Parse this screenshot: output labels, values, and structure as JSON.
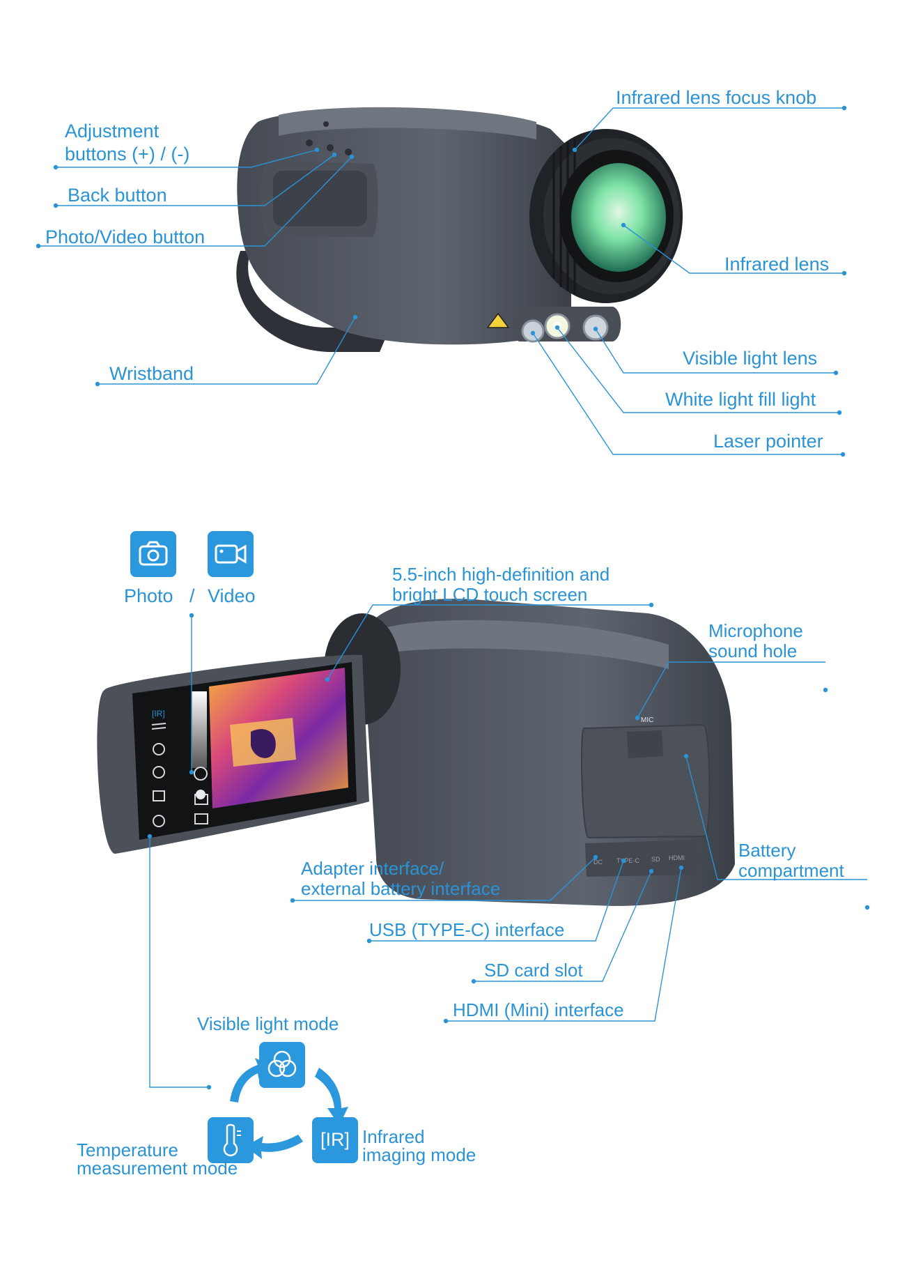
{
  "callouts": {
    "focus_knob": "Infrared lens focus knob",
    "adjustment_line1": "Adjustment",
    "adjustment_line2": "buttons (+) / (-)",
    "back_button": "Back button",
    "photo_video_button": "Photo/Video button",
    "infrared_lens": "Infrared lens",
    "wristband": "Wristband",
    "visible_light_lens": "Visible light lens",
    "white_fill_light": "White light fill light",
    "laser_pointer": "Laser pointer",
    "lcd_line1": "5.5-inch high-definition and",
    "lcd_line2": "bright LCD touch screen",
    "mic_line1": "Microphone",
    "mic_line2": "sound hole",
    "battery_line1": "Battery",
    "battery_line2": "compartment",
    "adapter_line1": "Adapter interface/",
    "adapter_line2": "external battery interface",
    "usb": "USB (TYPE-C) interface",
    "sd": "SD card slot",
    "hdmi": "HDMI (Mini) interface"
  },
  "modes": {
    "photo": "Photo",
    "separator": "/",
    "video": "Video",
    "visible": "Visible light mode",
    "infrared_line1": "Infrared",
    "infrared_line2": "imaging mode",
    "temperature_line1": "Temperature",
    "temperature_line2": "measurement mode",
    "ir_tile_text": "[IR]"
  },
  "device_markings": {
    "mic": "MIC",
    "ir_badge": "[IR]",
    "port_dc": "DC",
    "port_typec": "TYPE-C",
    "port_sd": "SD",
    "port_hdmi": "HDMI"
  },
  "colors": {
    "accent": "#2a93d6",
    "tile": "#2b97dc",
    "device_body": "#5a606c"
  },
  "icons": [
    "camera-icon",
    "video-camera-icon",
    "color-circles-icon",
    "thermometer-icon",
    "cycle-arrow-icon"
  ]
}
